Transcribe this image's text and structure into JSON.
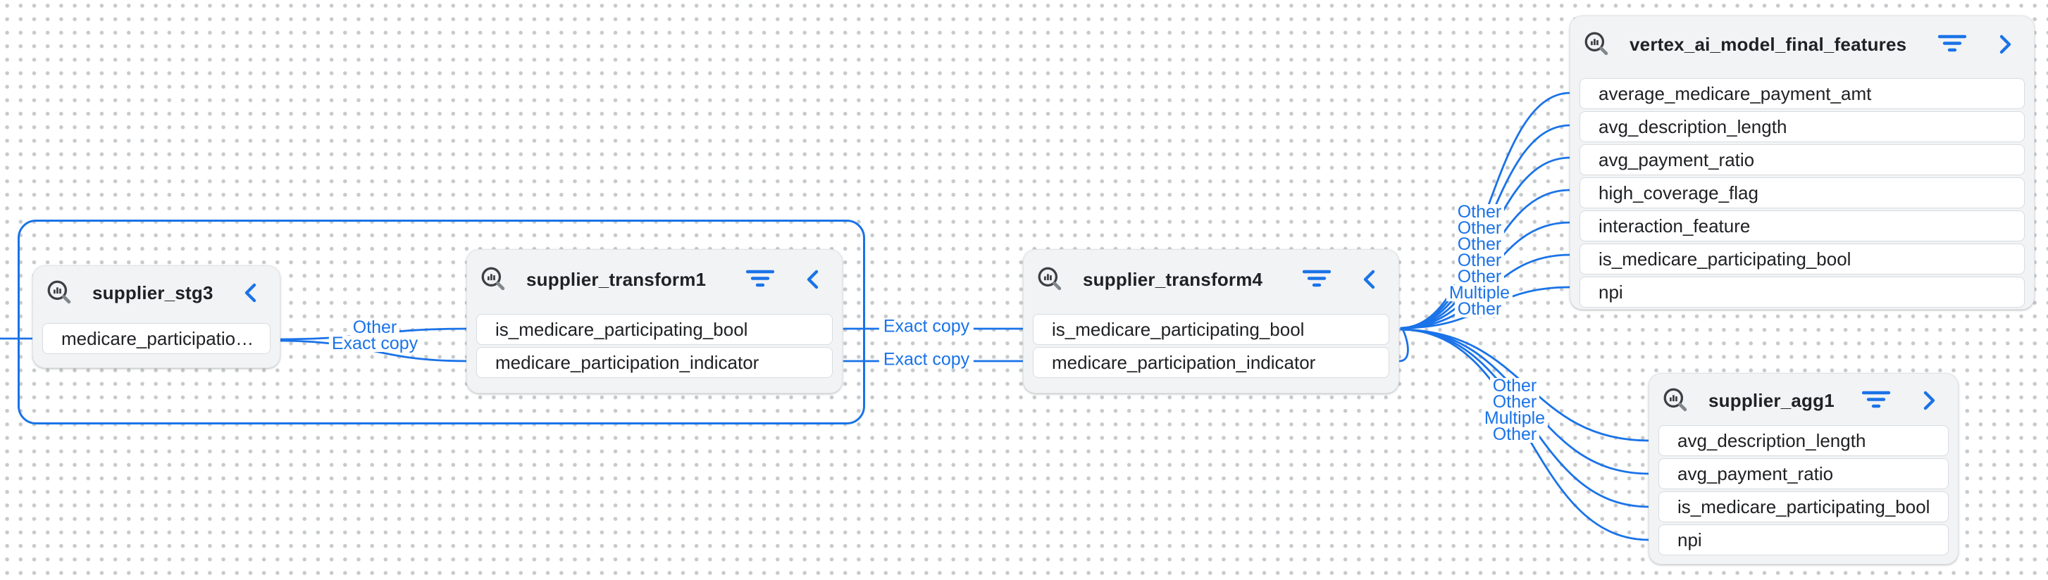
{
  "canvas": {
    "type": "column-level-lineage-graph",
    "colors": {
      "edge_blue": "#1a73e8",
      "selection_blue": "#1a73e8",
      "node_background": "#f1f3f4",
      "row_background": "#ffffff",
      "row_border": "#d9dce0",
      "text": "#202124",
      "icon_gray": "#3c4043",
      "dot_gray": "#c7cacd",
      "canvas_background": "#ffffff"
    },
    "icons": {
      "node_type": "search-table-icon",
      "filter": "filter-list-icon",
      "collapse": "chevron-left-icon",
      "expand": "chevron-right-icon"
    }
  },
  "nodes": [
    {
      "title": "supplier_stg3",
      "chevron": "left",
      "has_filter": false,
      "rows": [
        "medicare_participatio…"
      ]
    },
    {
      "title": "supplier_transform1",
      "chevron": "left",
      "has_filter": true,
      "rows": [
        "is_medicare_participating_bool",
        "medicare_participation_indicator"
      ]
    },
    {
      "title": "supplier_transform4",
      "chevron": "left",
      "has_filter": true,
      "rows": [
        "is_medicare_participating_bool",
        "medicare_participation_indicator"
      ]
    },
    {
      "title": "vertex_ai_model_final_features",
      "chevron": "right",
      "has_filter": true,
      "rows": [
        "average_medicare_payment_amt",
        "avg_description_length",
        "avg_payment_ratio",
        "high_coverage_flag",
        "interaction_feature",
        "is_medicare_participating_bool",
        "npi"
      ]
    },
    {
      "title": "supplier_agg1",
      "chevron": "right",
      "has_filter": true,
      "rows": [
        "avg_description_length",
        "avg_payment_ratio",
        "is_medicare_participating_bool",
        "npi"
      ]
    }
  ],
  "edge_labels": {
    "stg3_to_transform1": [
      "Other",
      "Exact copy"
    ],
    "transform1_to_transform4_row1": "Exact copy",
    "transform1_to_transform4_row2": "Exact copy",
    "transform4_to_vertex": [
      "Other",
      "Other",
      "Other",
      "Other",
      "Other",
      "Multiple",
      "Other"
    ],
    "transform4_to_agg1": [
      "Other",
      "Other",
      "Multiple",
      "Other"
    ]
  }
}
